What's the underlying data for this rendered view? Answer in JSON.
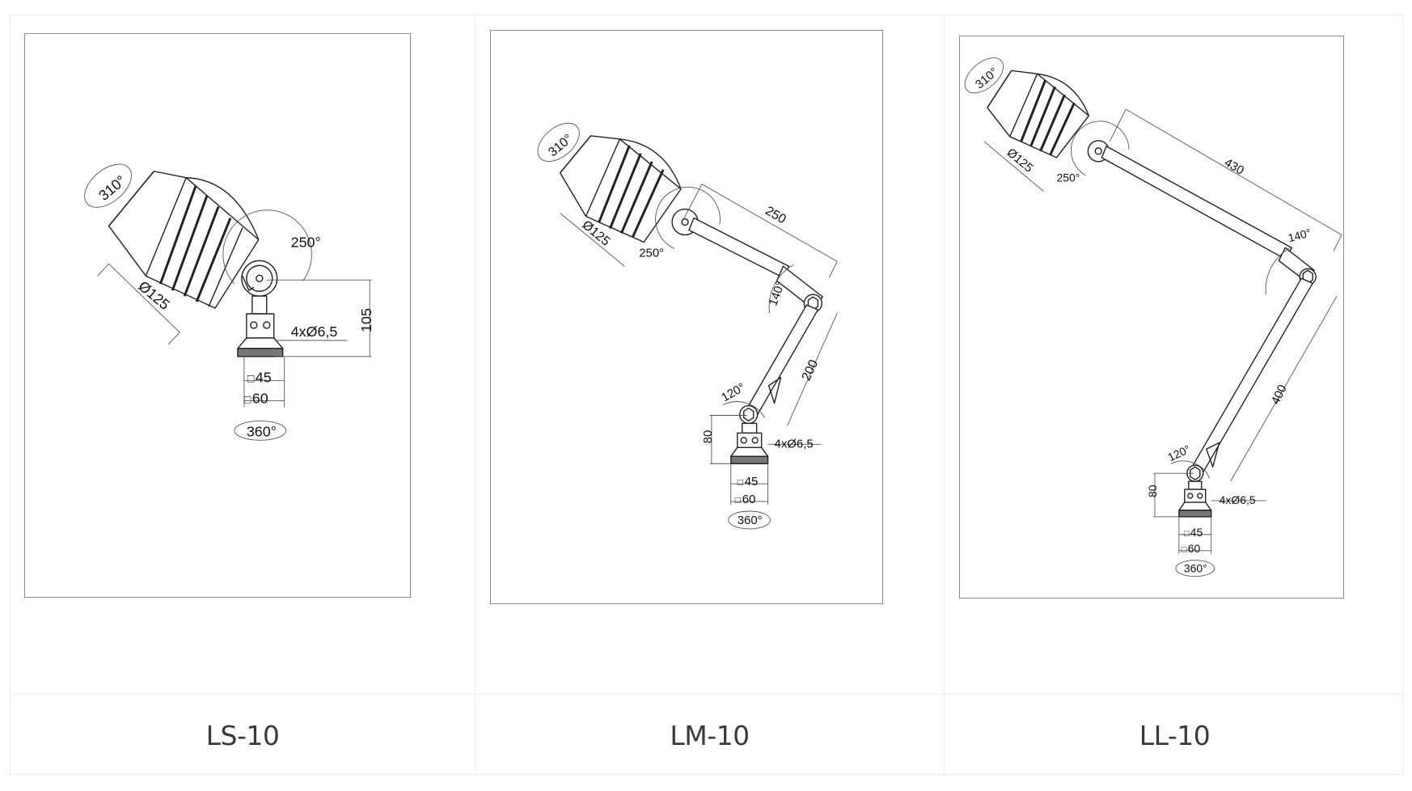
{
  "models": [
    {
      "name": "LS-10",
      "labels": {
        "tilt_head": "310°",
        "rotate_joint": "250°",
        "diameter": "Ø125",
        "height": "105",
        "holes": "4xØ6,5",
        "sq_inner": "45",
        "sq_outer": "60",
        "base_rotation": "360°"
      }
    },
    {
      "name": "LM-10",
      "labels": {
        "tilt_head": "310°",
        "rotate_joint": "250°",
        "diameter": "Ø125",
        "arm_upper": "250",
        "elbow_angle": "140°",
        "arm_lower": "200",
        "base_joint_angle": "120°",
        "base_height": "80",
        "holes": "4xØ6,5",
        "sq_inner": "45",
        "sq_outer": "60",
        "base_rotation": "360°"
      }
    },
    {
      "name": "LL-10",
      "labels": {
        "tilt_head": "310°",
        "rotate_joint": "250°",
        "diameter": "Ø125",
        "arm_upper": "430",
        "elbow_angle": "140°",
        "arm_lower": "400",
        "base_joint_angle": "120°",
        "base_height": "80",
        "holes": "4xØ6,5",
        "sq_inner": "45",
        "sq_outer": "60",
        "base_rotation": "360°"
      }
    }
  ],
  "colors": {
    "line": "#222222",
    "dimension": "#555555",
    "frame": "#8a8a8a",
    "grid_border": "#ececec",
    "caption": "#3a3a3a"
  }
}
